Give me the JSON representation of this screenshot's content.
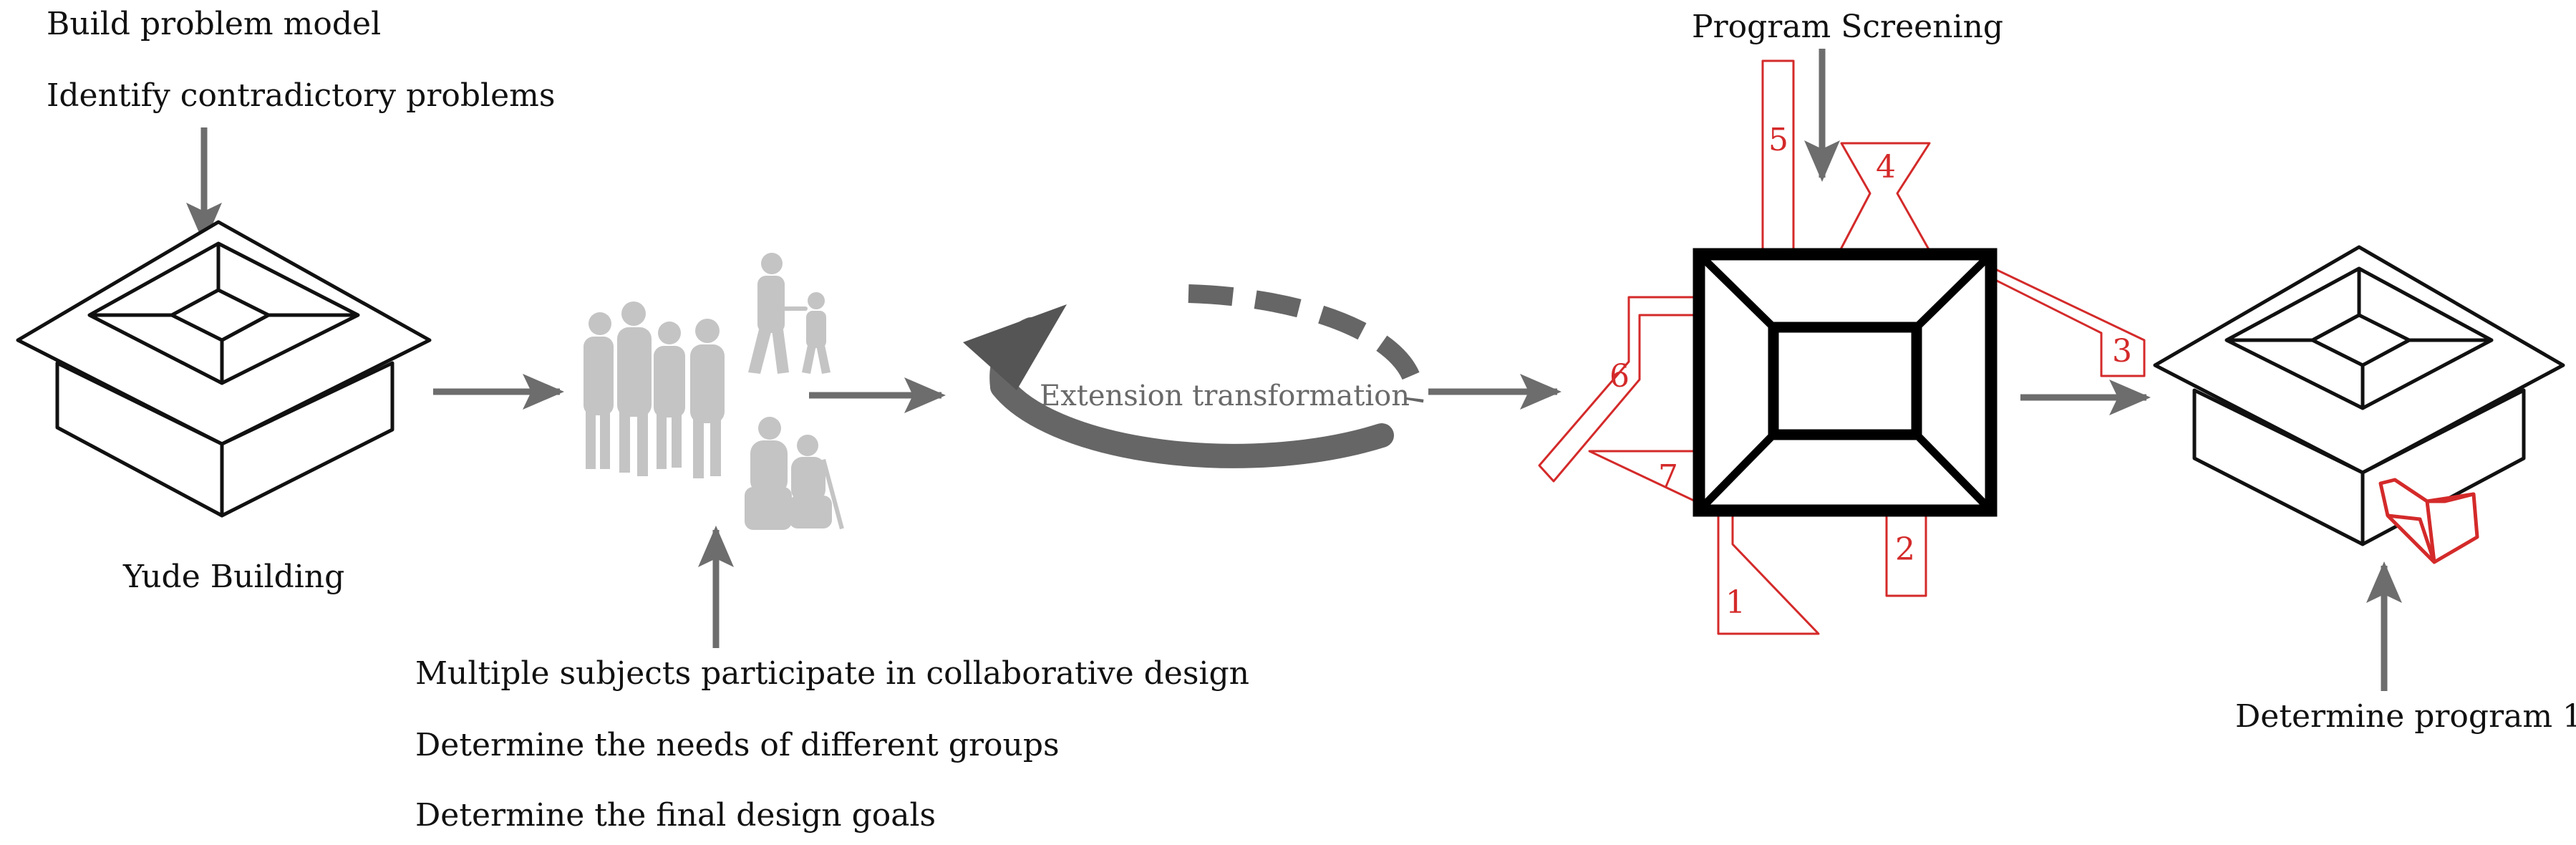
{
  "labels": {
    "build_problem_model": "Build problem model",
    "identify_contradictory": "Identify contradictory problems",
    "yude_building": "Yude Building",
    "multiple_subjects": "Multiple subjects participate in collaborative design",
    "determine_needs": "Determine the needs of different groups",
    "determine_goals": "Determine the final design goals",
    "extension_transformation": "Extension transformation",
    "program_screening": "Program Screening",
    "determine_program": "Determine program 1"
  },
  "options": {
    "opt1": "1",
    "opt2": "2",
    "opt3": "3",
    "opt4": "4",
    "opt5": "5",
    "opt6": "6",
    "opt7": "7"
  },
  "colors": {
    "arrow": "#6d6d6d",
    "outline": "#111111",
    "highlight": "#d42a2a",
    "people": "#c4c4c4",
    "cycle": "#666666"
  },
  "icons": [
    "building-icon",
    "people-group-icon",
    "cycle-arrow-icon",
    "screening-funnel-icon"
  ]
}
